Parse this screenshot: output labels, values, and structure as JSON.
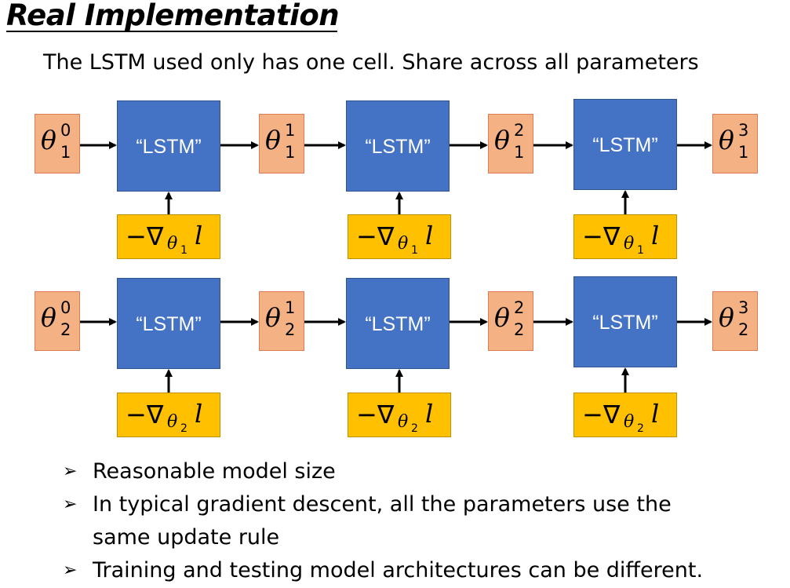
{
  "title": "Real Implementation",
  "subtitle": "The LSTM used only has one cell. Share across all parameters",
  "diagram": {
    "lstm_label": "“LSTM”",
    "rows": [
      {
        "param_index": "1",
        "states": [
          {
            "symbol": "θ",
            "sub": "1",
            "sup": "0"
          },
          {
            "symbol": "θ",
            "sub": "1",
            "sup": "1"
          },
          {
            "symbol": "θ",
            "sub": "1",
            "sup": "2"
          },
          {
            "symbol": "θ",
            "sub": "1",
            "sup": "3"
          }
        ],
        "gradient": {
          "minus": "−",
          "nabla": "∇",
          "theta": "θ",
          "theta_sub": "1",
          "loss": "l"
        }
      },
      {
        "param_index": "2",
        "states": [
          {
            "symbol": "θ",
            "sub": "2",
            "sup": "0"
          },
          {
            "symbol": "θ",
            "sub": "2",
            "sup": "1"
          },
          {
            "symbol": "θ",
            "sub": "2",
            "sup": "2"
          },
          {
            "symbol": "θ",
            "sub": "2",
            "sup": "3"
          }
        ],
        "gradient": {
          "minus": "−",
          "nabla": "∇",
          "theta": "θ",
          "theta_sub": "2",
          "loss": "l"
        }
      }
    ]
  },
  "bullets": {
    "marker": "➢",
    "items": [
      "Reasonable model size",
      "In typical gradient descent, all the parameters use the",
      "same update rule",
      "Training and testing model architectures can be different."
    ]
  },
  "colors": {
    "lstm_fill": "#4472c4",
    "theta_fill": "#f4b183",
    "gradient_fill": "#ffc000"
  }
}
